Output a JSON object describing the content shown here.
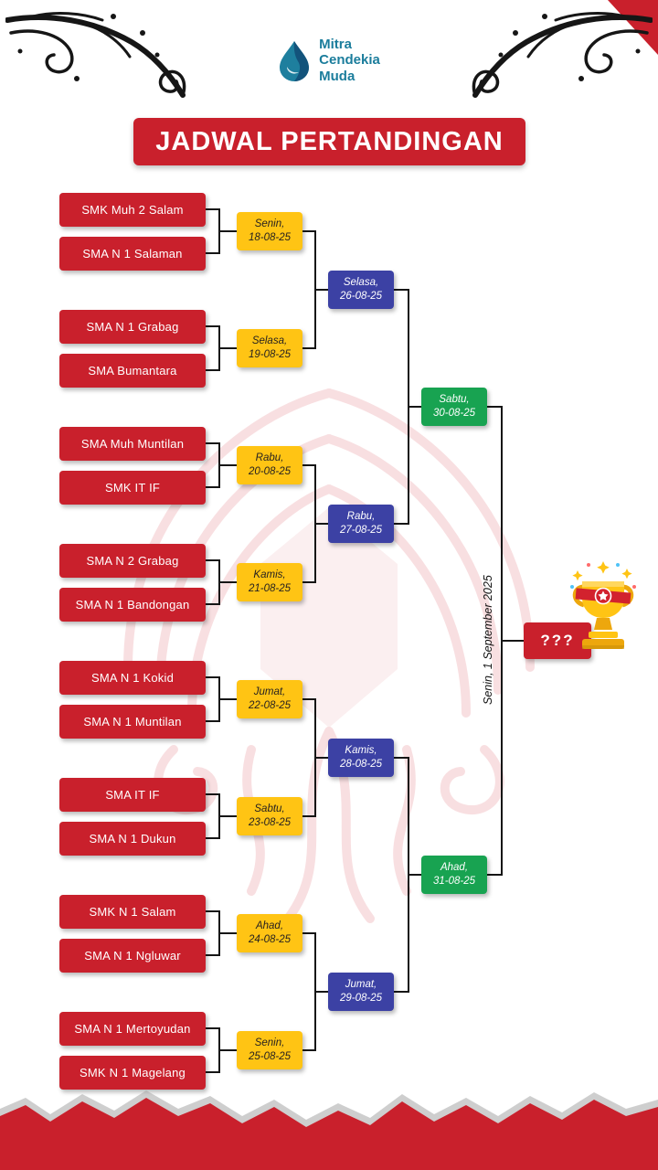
{
  "header": {
    "logo_lines": [
      "Mitra",
      "Cendekia",
      "Muda"
    ],
    "title": "JADWAL PERTANDINGAN"
  },
  "bracket": {
    "round1": [
      {
        "team1": "SMK Muh 2 Salam",
        "team2": "SMA N 1 Salaman",
        "day": "Senin,",
        "date": "18-08-25"
      },
      {
        "team1": "SMA N 1 Grabag",
        "team2": "SMA Bumantara",
        "day": "Selasa,",
        "date": "19-08-25"
      },
      {
        "team1": "SMA Muh Muntilan",
        "team2": "SMK IT IF",
        "day": "Rabu,",
        "date": "20-08-25"
      },
      {
        "team1": "SMA N 2 Grabag",
        "team2": "SMA N 1 Bandongan",
        "day": "Kamis,",
        "date": "21-08-25"
      },
      {
        "team1": "SMA N 1 Kokid",
        "team2": "SMA N 1 Muntilan",
        "day": "Jumat,",
        "date": "22-08-25"
      },
      {
        "team1": "SMA IT IF",
        "team2": "SMA N 1 Dukun",
        "day": "Sabtu,",
        "date": "23-08-25"
      },
      {
        "team1": "SMK N 1 Salam",
        "team2": "SMA N 1 Ngluwar",
        "day": "Ahad,",
        "date": "24-08-25"
      },
      {
        "team1": "SMA N 1 Mertoyudan",
        "team2": "SMK N 1 Magelang",
        "day": "Senin,",
        "date": "25-08-25"
      }
    ],
    "round2": [
      {
        "day": "Selasa,",
        "date": "26-08-25"
      },
      {
        "day": "Rabu,",
        "date": "27-08-25"
      },
      {
        "day": "Kamis,",
        "date": "28-08-25"
      },
      {
        "day": "Jumat,",
        "date": "29-08-25"
      }
    ],
    "semifinal": [
      {
        "day": "Sabtu,",
        "date": "30-08-25"
      },
      {
        "day": "Ahad,",
        "date": "31-08-25"
      }
    ],
    "final": {
      "date_label": "Senin, 1 September 2025",
      "winner_placeholder": "???"
    }
  },
  "colors": {
    "primary_red": "#c9202c",
    "round1_yellow": "#ffc414",
    "round2_blue": "#3c41a4",
    "semifinal_green": "#18a351",
    "logo_teal": "#1b7d9c"
  }
}
